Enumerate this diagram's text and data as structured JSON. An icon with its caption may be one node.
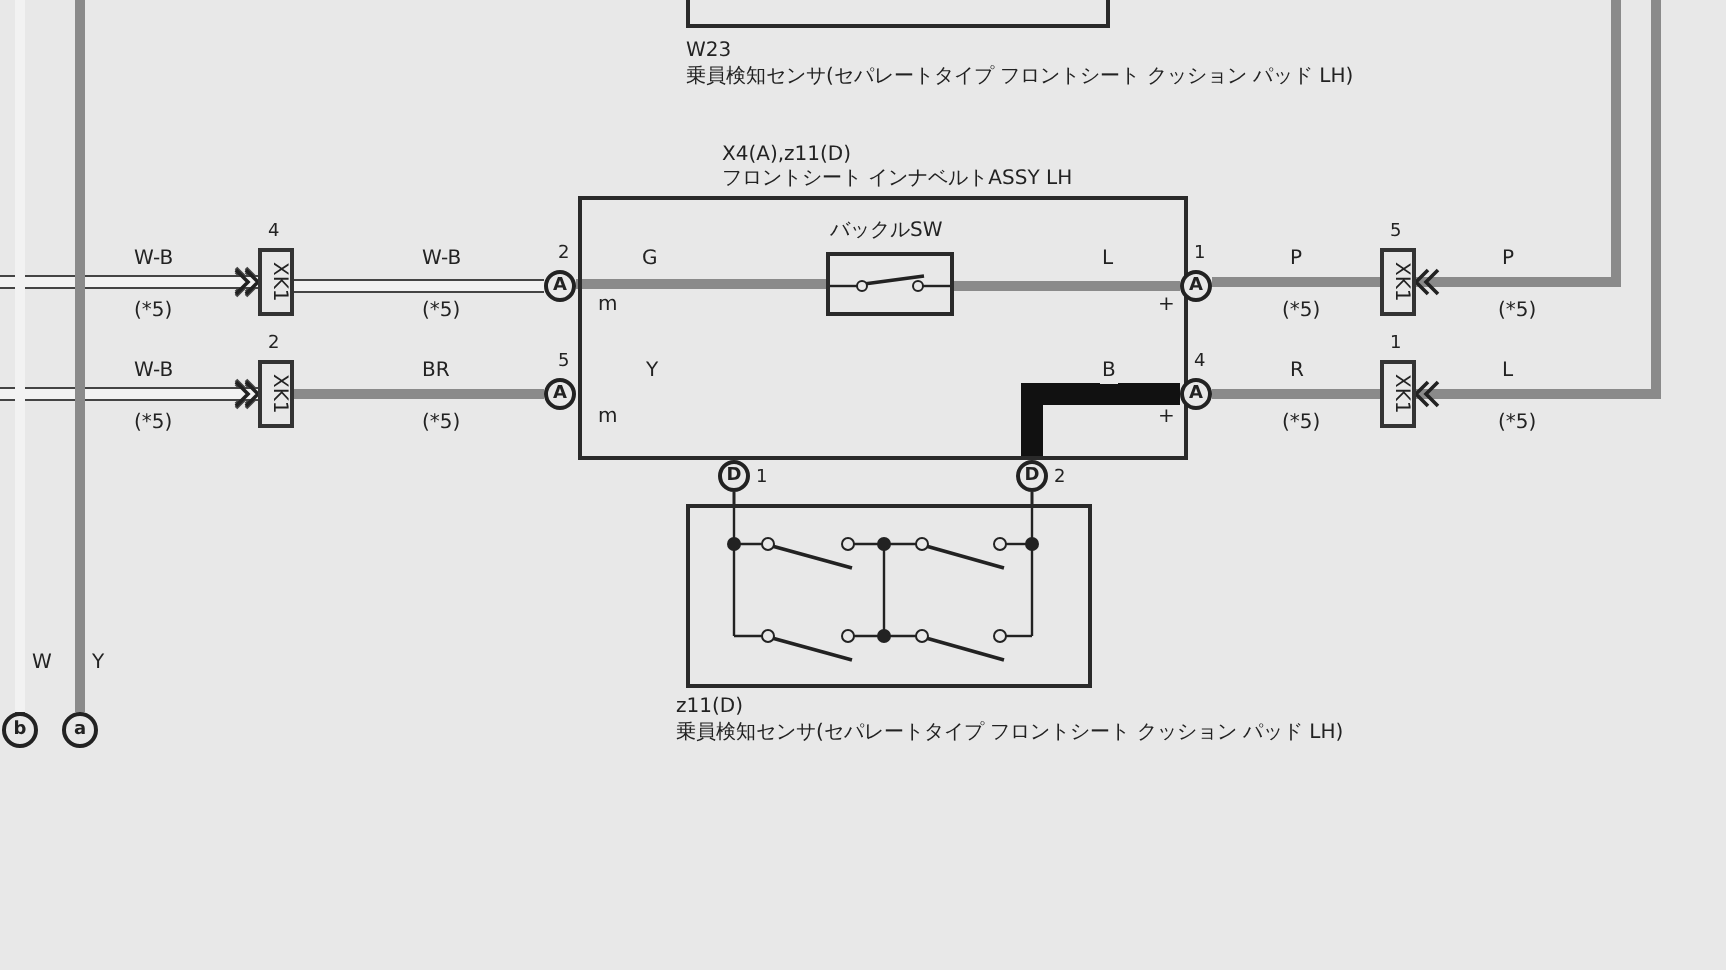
{
  "diagram": {
    "nodes": [
      {
        "text": [
          "W23",
          "乗員検知センサ(セパレートタイプ フロントシート クッション パッド LH)"
        ]
      },
      {
        "text": [
          "X4(A),z11(D)",
          "フロントシート インナベルトASSY LH"
        ]
      },
      {
        "text": [
          "バックルSW"
        ],
        "in": 1
      },
      {
        "text": [
          "z11(D)",
          "乗員検知センサ(セパレートタイプ フロントシート クッション パッド LH)"
        ]
      },
      {
        "text": [
          "A"
        ],
        "beside": [
          "2"
        ]
      },
      {
        "text": [
          "A"
        ],
        "beside": [
          "5"
        ]
      },
      {
        "text": [
          "A"
        ],
        "beside": [
          "1"
        ]
      },
      {
        "text": [
          "A"
        ],
        "beside": [
          "4"
        ]
      },
      {
        "text": [
          "D"
        ],
        "beside": [
          "1"
        ]
      },
      {
        "text": [
          "D"
        ],
        "beside": [
          "2"
        ]
      },
      {
        "text": [
          "XK1"
        ],
        "beside": [
          "4"
        ]
      },
      {
        "text": [
          "XK1"
        ],
        "beside": [
          "2"
        ]
      },
      {
        "text": [
          "XK1"
        ],
        "beside": [
          "5"
        ]
      },
      {
        "text": [
          "XK1"
        ],
        "beside": [
          "1"
        ]
      },
      {
        "text": [
          "b"
        ]
      },
      {
        "text": [
          "a"
        ]
      }
    ],
    "edges": [
      {
        "from": null,
        "to": 10,
        "arrow": "to",
        "label": "W-B",
        "color": "#f2f2f2"
      },
      {
        "from": 10,
        "to": 4,
        "arrow": "none",
        "label": "W-B",
        "color": "#f2f2f2"
      },
      {
        "from": 4,
        "to": 2,
        "arrow": "none",
        "label": "G"
      },
      {
        "from": 2,
        "to": 6,
        "arrow": "none",
        "label": "L"
      },
      {
        "from": 6,
        "to": 12,
        "arrow": "none",
        "label": "P"
      },
      {
        "from": null,
        "to": 12,
        "arrow": "to",
        "label": "P"
      },
      {
        "from": null,
        "to": 11,
        "arrow": "to",
        "label": "W-B",
        "color": "#f2f2f2"
      },
      {
        "from": 11,
        "to": 5,
        "arrow": "none",
        "label": "BR"
      },
      {
        "from": 7,
        "to": 13,
        "arrow": "none",
        "label": "R"
      },
      {
        "from": null,
        "to": 13,
        "arrow": "to",
        "label": "L"
      },
      {
        "from": 7,
        "to": 9,
        "arrow": "none",
        "label": "B",
        "style": "thick",
        "color": "#111111"
      },
      {
        "from": null,
        "to": 14,
        "arrow": "none",
        "label": "W",
        "color": "#f2f2f2"
      },
      {
        "from": null,
        "to": 15,
        "arrow": "none",
        "label": "Y"
      },
      {
        "from": 8,
        "to": 3,
        "arrow": "none",
        "color": "#222222"
      },
      {
        "from": 9,
        "to": 3,
        "arrow": "none",
        "color": "#222222"
      }
    ],
    "labels": [
      "(*5)",
      "(*5)",
      "m",
      "+",
      "(*5)",
      "(*5)",
      "Y",
      "(*5)",
      "(*5)",
      "m",
      "+",
      "(*5)",
      "(*5)"
    ]
  }
}
